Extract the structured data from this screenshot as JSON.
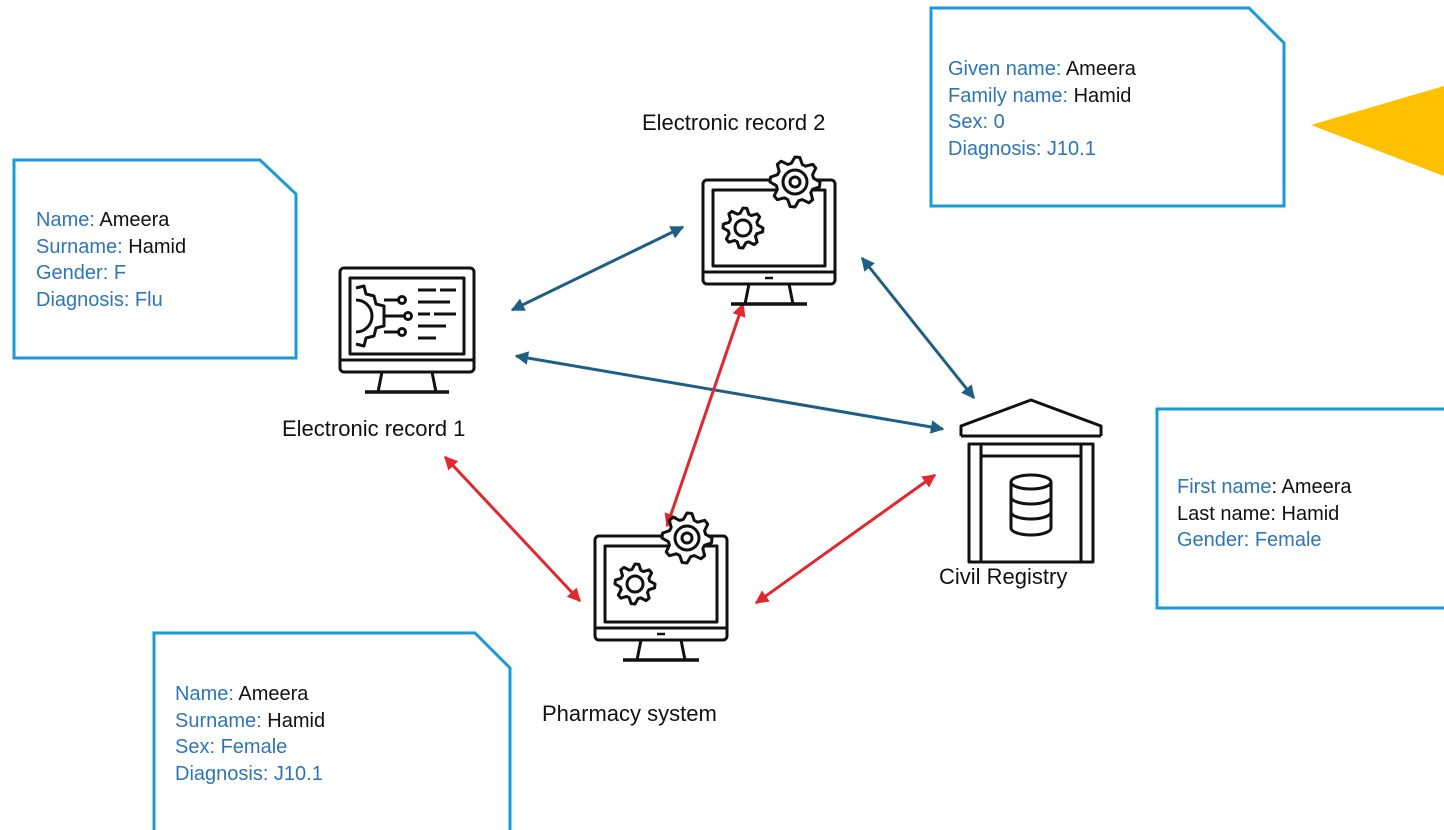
{
  "colors": {
    "note_border": "#1B9AD6",
    "label_text": "#2E75B6",
    "value_text": "#111111",
    "arrow_blue": "#1F5F85",
    "arrow_red": "#E0282E",
    "pointer": "#FFC000",
    "icon": "#111111"
  },
  "nodes": {
    "record1": {
      "label": "Electronic record 1",
      "icon": "monitor-circuit-icon"
    },
    "record2": {
      "label": "Electronic record 2",
      "icon": "monitor-gears-icon"
    },
    "pharmacy": {
      "label": "Pharmacy system",
      "icon": "monitor-gears-icon"
    },
    "registry": {
      "label": "Civil Registry",
      "icon": "warehouse-database-icon"
    }
  },
  "notes": {
    "record1": [
      {
        "label": "Name:",
        "value": " Ameera"
      },
      {
        "label": "Surname:",
        "value": " Hamid"
      },
      {
        "label": "Gender: F",
        "value": ""
      },
      {
        "label": "Diagnosis: Flu",
        "value": ""
      }
    ],
    "record2": [
      {
        "label": "Given name:",
        "value": " Ameera"
      },
      {
        "label": "Family name:",
        "value": " Hamid"
      },
      {
        "label": "Sex: 0",
        "value": ""
      },
      {
        "label": "Diagnosis: J10.1",
        "value": ""
      }
    ],
    "pharmacy": [
      {
        "label": "Name:",
        "value": " Ameera"
      },
      {
        "label": "Surname:",
        "value": " Hamid"
      },
      {
        "label": "Sex: Female",
        "value": ""
      },
      {
        "label": "Diagnosis: J10.1",
        "value": ""
      }
    ],
    "registry": [
      {
        "label": "First name",
        "value": ": Ameera"
      },
      {
        "label": "",
        "value": "Last name: Hamid"
      },
      {
        "label": "Gender: Female",
        "value": ""
      }
    ]
  },
  "connections": [
    {
      "from": "record1",
      "to": "record2",
      "color": "blue"
    },
    {
      "from": "record1",
      "to": "registry",
      "color": "blue"
    },
    {
      "from": "record2",
      "to": "registry",
      "color": "blue"
    },
    {
      "from": "record1",
      "to": "pharmacy",
      "color": "red"
    },
    {
      "from": "record2",
      "to": "pharmacy",
      "color": "red"
    },
    {
      "from": "pharmacy",
      "to": "registry",
      "color": "red"
    }
  ]
}
